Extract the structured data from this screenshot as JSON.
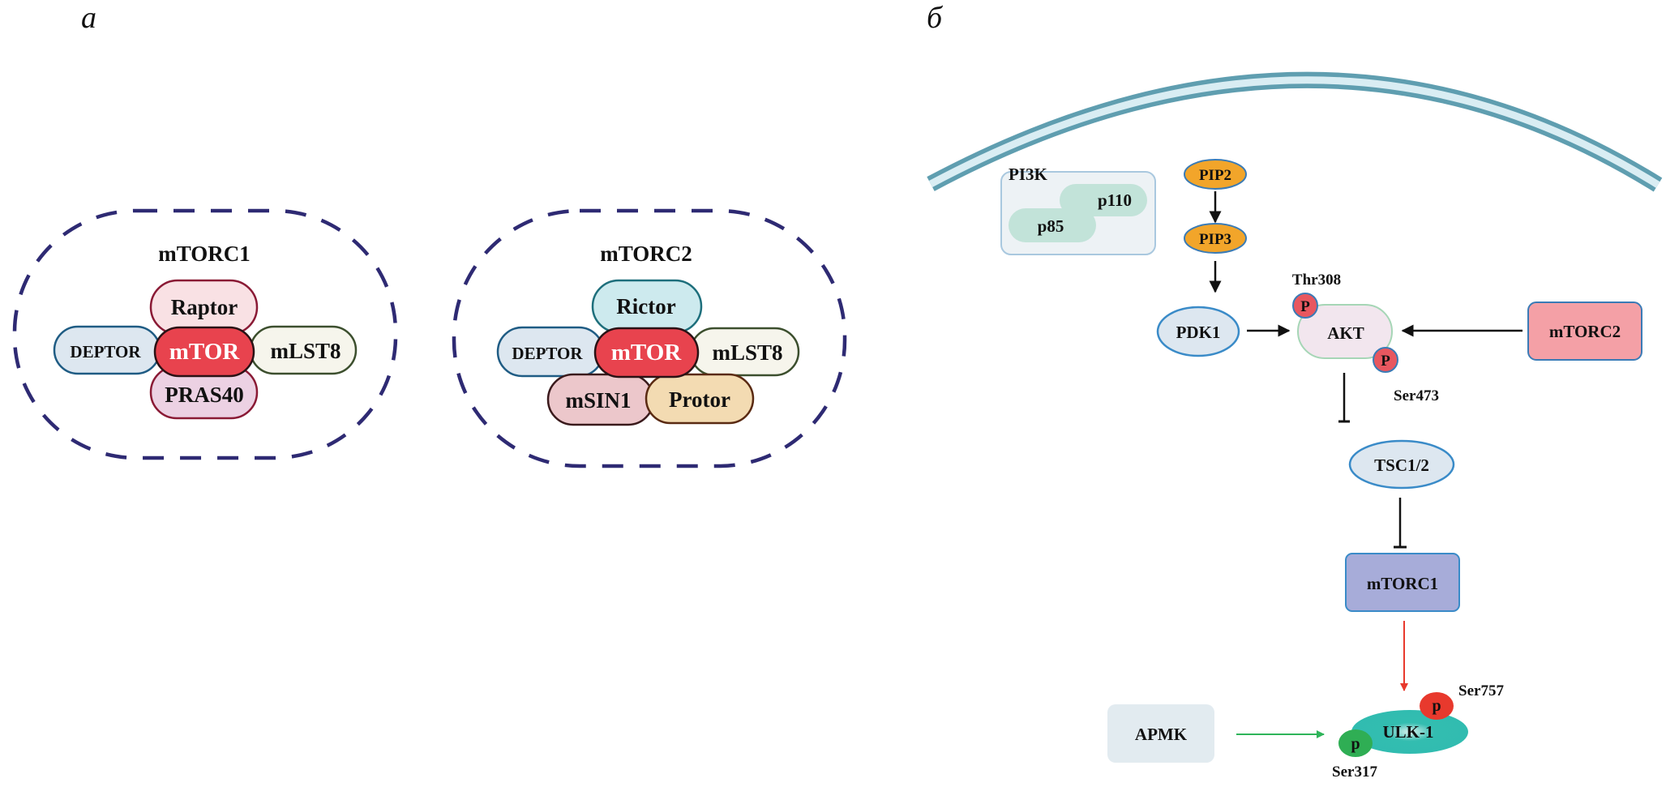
{
  "panels": {
    "a": {
      "label": "а",
      "complexes": [
        {
          "title": "mTORC1",
          "components": {
            "center": "mTOR",
            "top": "Raptor",
            "left": "DEPTOR",
            "right": "mLST8",
            "bottom": "PRAS40"
          }
        },
        {
          "title": "mTORC2",
          "components": {
            "center": "mTOR",
            "top": "Rictor",
            "left": "DEPTOR",
            "right": "mLST8",
            "bottom_left": "mSIN1",
            "bottom_right": "Protor"
          }
        }
      ]
    },
    "b": {
      "label": "б",
      "nodes": {
        "pi3k": {
          "title": "PI3K",
          "subunits": [
            "p110",
            "p85"
          ]
        },
        "pip2": "PIP2",
        "pip3": "PIP3",
        "pdk1": "PDK1",
        "akt": "AKT",
        "mtorc2": "mTORC2",
        "tsc": "TSC1/2",
        "mtorc1": "mTORC1",
        "ulk1": "ULK-1",
        "ampk": "APMK"
      },
      "phospho_sites": {
        "akt_thr": {
          "mark": "P",
          "site": "Thr308"
        },
        "akt_ser": {
          "mark": "P",
          "site": "Ser473"
        },
        "ulk_inhib": {
          "mark": "p",
          "site": "Ser757"
        },
        "ulk_activ": {
          "mark": "p",
          "site": "Ser317"
        }
      },
      "edges": [
        {
          "from": "PIP2",
          "to": "PIP3",
          "type": "activation"
        },
        {
          "from": "PIP3",
          "to": "PDK1",
          "type": "activation"
        },
        {
          "from": "PDK1",
          "to": "AKT",
          "type": "activation"
        },
        {
          "from": "mTORC2",
          "to": "AKT",
          "type": "activation"
        },
        {
          "from": "AKT",
          "to": "TSC1/2",
          "type": "inhibition"
        },
        {
          "from": "TSC1/2",
          "to": "mTORC1",
          "type": "inhibition"
        },
        {
          "from": "mTORC1",
          "to": "ULK-1",
          "type": "inhibitory-phosphorylation"
        },
        {
          "from": "APMK",
          "to": "ULK-1",
          "type": "activating-phosphorylation"
        }
      ]
    }
  },
  "colors": {
    "dashed_border": "#2e2a73",
    "mtor_fill": "#e8434e",
    "membrane": "#5f9eb0",
    "pip_fill": "#f2a52a",
    "mtorc1_fill": "#a7acd9",
    "mtorc2_fill": "#f4a0a6",
    "ulk_fill": "#33bdb0",
    "red_arrow": "#e8392d",
    "green_arrow": "#2fb45a"
  }
}
